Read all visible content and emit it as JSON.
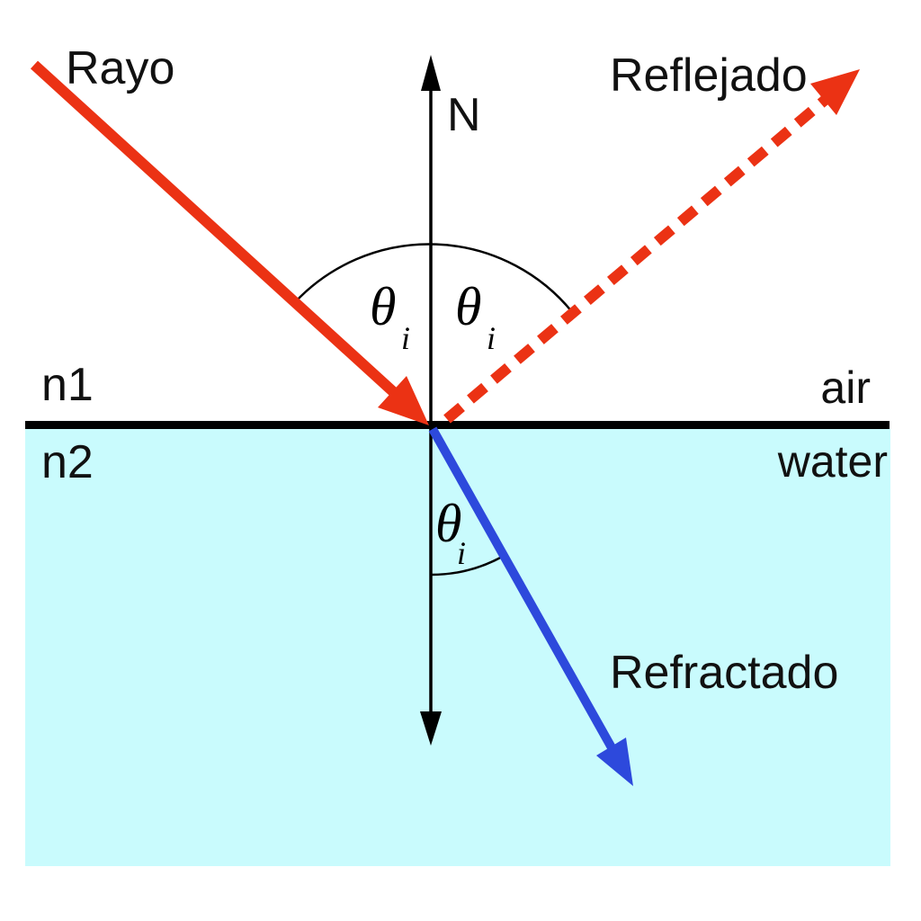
{
  "diagram": {
    "labels": {
      "incident_ray": "Rayo",
      "reflected_ray": "Reflejado",
      "refracted_ray": "Refractado",
      "normal": "N",
      "index_top": "n1",
      "index_bottom": "n2",
      "medium_top": "air",
      "medium_bottom": "water"
    },
    "angles": {
      "incident": {
        "symbol": "θ",
        "subscript": "i"
      },
      "reflected": {
        "symbol": "θ",
        "subscript": "i"
      },
      "refracted": {
        "symbol": "θ",
        "subscript": "i"
      }
    }
  },
  "colors": {
    "background": "#ffffff",
    "ink": "#000000",
    "ray_red": "#eb3214",
    "refracted_blue": "#2d49dc",
    "water_fill": "#c9fbfd"
  }
}
